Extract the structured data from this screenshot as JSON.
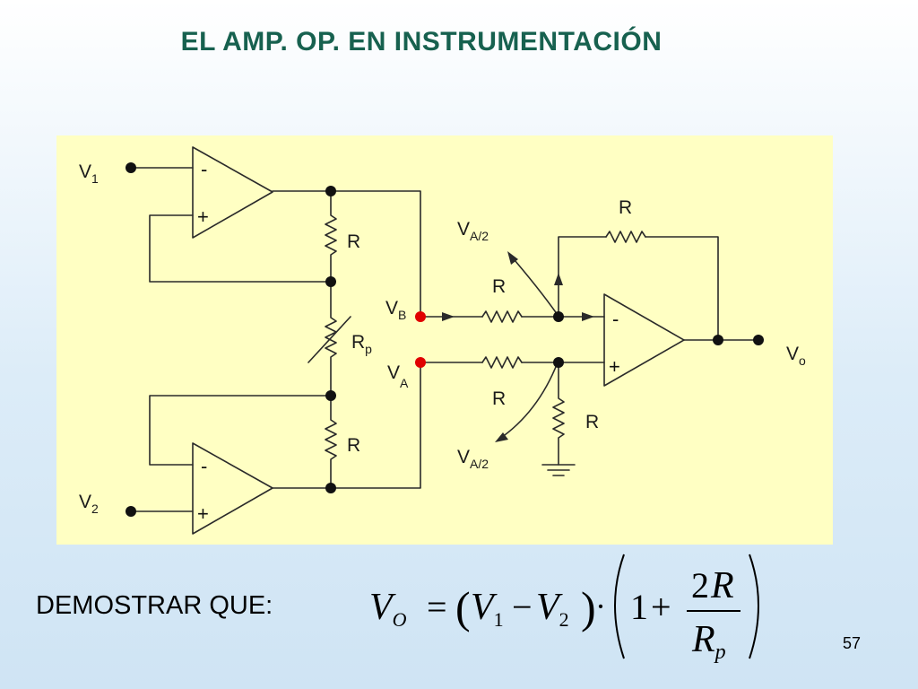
{
  "title": "EL AMP. OP. EN INSTRUMENTACIÓN",
  "circuit": {
    "v1": "V",
    "v1_sub": "1",
    "v2": "V",
    "v2_sub": "2",
    "r_top": "R",
    "rp": "R",
    "rp_sub": "p",
    "r_bottom": "R",
    "vb": "V",
    "vb_sub": "B",
    "va": "V",
    "va_sub": "A",
    "va2_top": "V",
    "va2_top_sub": "A/2",
    "va2_bottom": "V",
    "va2_bottom_sub": "A/2",
    "r_feedback": "R",
    "r_in_top": "R",
    "r_in_bottom": "R",
    "r_ground": "R",
    "vo": "V",
    "vo_sub": "o",
    "minus": "-",
    "plus": "+"
  },
  "demostrar": "DEMOSTRAR QUE:",
  "formula": {
    "vo": "V",
    "vo_sub": "O",
    "eq": "=",
    "v1": "V",
    "v1_sub": "1",
    "minus": "−",
    "v2": "V",
    "v2_sub": "2",
    "dot": "·",
    "one": "1",
    "plus": "+",
    "num_coef": "2",
    "num_r": "R",
    "den_r": "R",
    "den_sub": "p"
  },
  "page_number": "57",
  "colors": {
    "title": "#17614f",
    "panel": "#ffffc3",
    "node_red": "#e00000"
  }
}
